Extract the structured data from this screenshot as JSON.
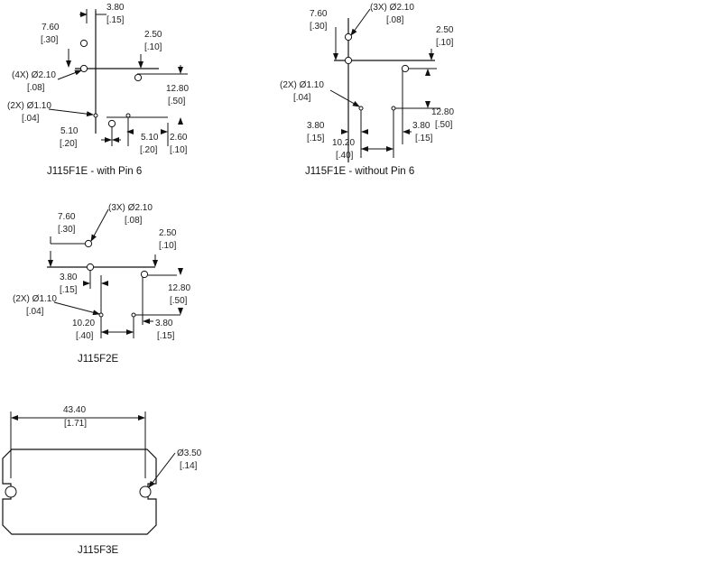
{
  "figures": [
    {
      "caption": "J115F1E - with Pin 6",
      "dims": {
        "top": {
          "mm": "3.80",
          "in": "[.15]"
        },
        "left_top": {
          "mm": "7.60",
          "in": "[.30]"
        },
        "right_top": {
          "mm": "2.50",
          "in": "[.10]"
        },
        "hole_big": {
          "mm": "(4X) Ø2.10",
          "in": "[.08]"
        },
        "right_mid": {
          "mm": "12.80",
          "in": "[.50]"
        },
        "hole_small": {
          "mm": "(2X) Ø1.10",
          "in": "[.04]"
        },
        "bot_left": {
          "mm": "5.10",
          "in": "[.20]"
        },
        "bot_mid": {
          "mm": "5.10",
          "in": "[.20]"
        },
        "bot_right": {
          "mm": "2.60",
          "in": "[.10]"
        }
      }
    },
    {
      "caption": "J115F1E - without Pin 6",
      "dims": {
        "left_top": {
          "mm": "7.60",
          "in": "[.30]"
        },
        "hole_big": {
          "mm": "(3X) Ø2.10",
          "in": "[.08]"
        },
        "right_top": {
          "mm": "2.50",
          "in": "[.10]"
        },
        "hole_small": {
          "mm": "(2X) Ø1.10",
          "in": "[.04]"
        },
        "right_mid": {
          "mm": "12.80",
          "in": "[.50]"
        },
        "left_bot": {
          "mm": "3.80",
          "in": "[.15]"
        },
        "right_bot": {
          "mm": "3.80",
          "in": "[.15]"
        },
        "bot": {
          "mm": "10.20",
          "in": "[.40]"
        }
      }
    },
    {
      "caption": "J115F2E",
      "dims": {
        "left_top": {
          "mm": "7.60",
          "in": "[.30]"
        },
        "hole_big": {
          "mm": "(3X) Ø2.10",
          "in": "[.08]"
        },
        "right_top": {
          "mm": "2.50",
          "in": "[.10]"
        },
        "left_mid": {
          "mm": "3.80",
          "in": "[.15]"
        },
        "right_mid": {
          "mm": "12.80",
          "in": "[.50]"
        },
        "hole_small": {
          "mm": "(2X) Ø1.10",
          "in": "[.04]"
        },
        "bot": {
          "mm": "10.20",
          "in": "[.40]"
        },
        "right_bot": {
          "mm": "3.80",
          "in": "[.15]"
        }
      }
    },
    {
      "caption": "J115F3E",
      "dims": {
        "width": {
          "mm": "43.40",
          "in": "[1.71]"
        },
        "hole": {
          "mm": "Ø3.50",
          "in": "[.14]"
        }
      }
    }
  ]
}
